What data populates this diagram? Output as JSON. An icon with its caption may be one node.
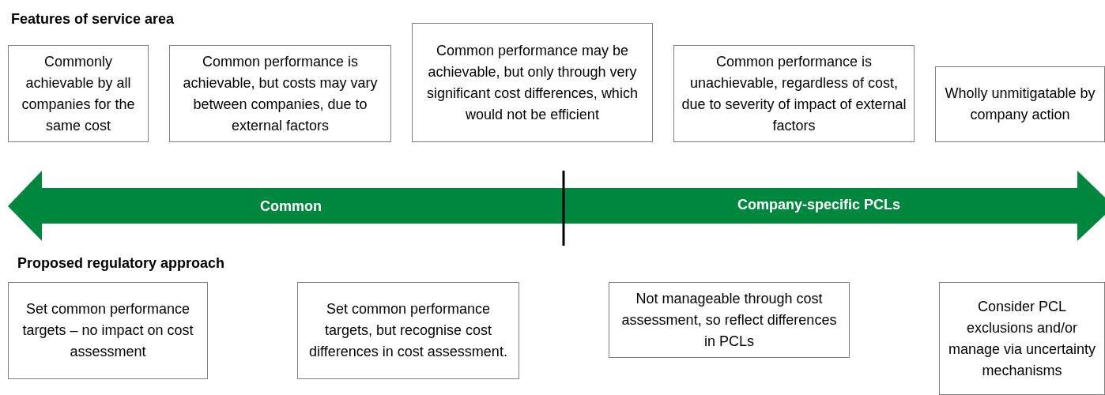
{
  "diagram": {
    "nodes": [
      {
        "text": [
          "Commonly achievable by all companies for the same cost"
        ]
      },
      {
        "text": [
          "Common performance is achievable, but costs may vary between companies, due to external factors"
        ]
      },
      {
        "text": [
          "Common performance may be achievable, but only through very significant cost differences, which would not be efficient"
        ]
      },
      {
        "text": [
          "Common performance is unachievable, regardless of cost, due to severity of impact of external factors"
        ]
      },
      {
        "text": [
          "Wholly unmitigatable by company action"
        ]
      },
      {
        "text": [
          "Set common performance targets – no impact on cost assessment"
        ]
      },
      {
        "text": [
          "Set common performance targets, but recognise cost differences in cost assessment."
        ]
      },
      {
        "text": [
          "Not manageable through cost assessment, so reflect differences in PCLs"
        ]
      },
      {
        "text": [
          "Consider PCL exclusions and/or manage via uncertainty mechanisms"
        ]
      }
    ],
    "labels": [
      "Features of service area",
      "Common",
      "Company-specific PCLs",
      "Proposed regulatory approach"
    ]
  }
}
